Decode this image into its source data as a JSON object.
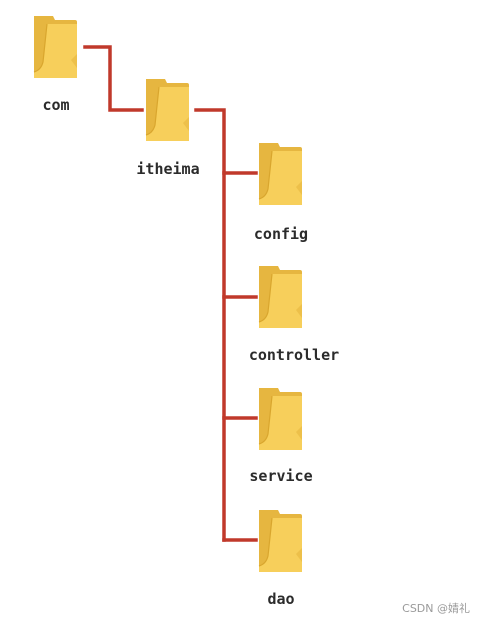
{
  "tree": {
    "root": {
      "label": "com",
      "icon": "folder-icon"
    },
    "child": {
      "label": "itheima",
      "icon": "folder-icon"
    },
    "leaves": [
      {
        "label": "config",
        "icon": "folder-icon"
      },
      {
        "label": "controller",
        "icon": "folder-icon"
      },
      {
        "label": "service",
        "icon": "folder-icon"
      },
      {
        "label": "dao",
        "icon": "folder-icon"
      }
    ]
  },
  "colors": {
    "connector": "#c0392b",
    "folder_body": "#f7cf5b",
    "folder_back": "#e6b640",
    "folder_edge": "#d9a62e",
    "label_text": "#2b2b2b"
  },
  "watermark": "CSDN @婧礼"
}
